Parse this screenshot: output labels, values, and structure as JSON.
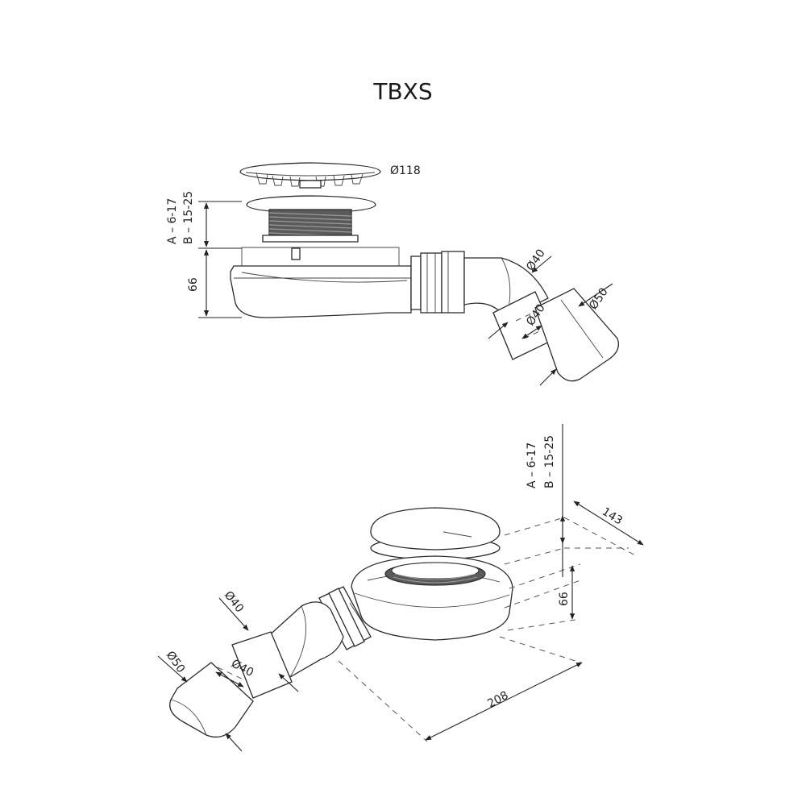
{
  "title": "TBXS",
  "labels": {
    "diameter_118": "Ø118",
    "diameter_40": "Ø40",
    "diameter_50": "Ø50",
    "range_a": "A – 6-17",
    "range_b": "B – 15-25",
    "height_66": "66",
    "depth_143": "143",
    "length_208": "208"
  }
}
